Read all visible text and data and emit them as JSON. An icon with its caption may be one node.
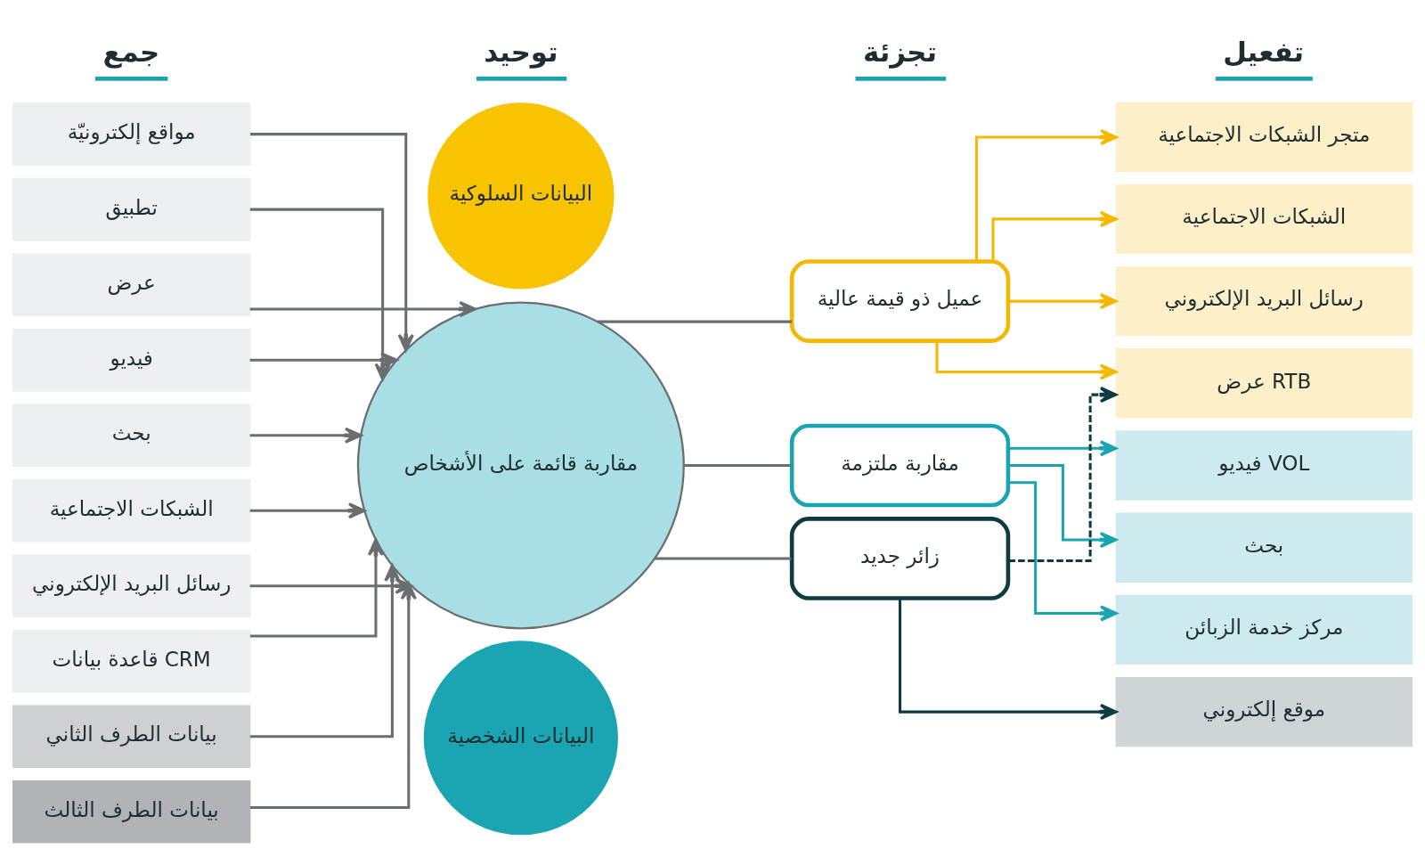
{
  "diagram": {
    "nodes": [
      {
        "text": [
          "مواقع إلكترونيّة"
        ]
      },
      {
        "text": [
          "تطبيق"
        ]
      },
      {
        "text": [
          "عرض"
        ]
      },
      {
        "text": [
          "فيديو"
        ]
      },
      {
        "text": [
          "بحث"
        ]
      },
      {
        "text": [
          "الشبكات الاجتماعية"
        ]
      },
      {
        "text": [
          "رسائل البريد الإلكتروني"
        ]
      },
      {
        "text": [
          "قاعدة بيانات CRM"
        ]
      },
      {
        "text": [
          "بيانات الطرف الثاني"
        ]
      },
      {
        "text": [
          "بيانات الطرف الثالث"
        ]
      },
      {
        "text": [
          "مقاربة قائمة على الأشخاص"
        ]
      },
      {
        "text": [
          "البيانات السلوكية"
        ]
      },
      {
        "text": [
          "البيانات الشخصية"
        ]
      },
      {
        "text": [
          "عميل ذو قيمة عالية"
        ]
      },
      {
        "text": [
          "مقاربة ملتزمة"
        ]
      },
      {
        "text": [
          "زائر جديد"
        ]
      },
      {
        "text": [
          "متجر الشبكات الاجتماعية"
        ]
      },
      {
        "text": [
          "الشبكات الاجتماعية"
        ]
      },
      {
        "text": [
          "رسائل البريد الإلكتروني"
        ]
      },
      {
        "text": [
          "عرض RTB"
        ]
      },
      {
        "text": [
          "فيديو VOL"
        ]
      },
      {
        "text": [
          "بحث"
        ]
      },
      {
        "text": [
          "مركز خدمة الزبائن"
        ]
      },
      {
        "text": [
          "موقع إلكتروني"
        ]
      }
    ],
    "edges": [
      {
        "from": 0,
        "to": 10,
        "arrow": "to"
      },
      {
        "from": 1,
        "to": 10,
        "arrow": "to"
      },
      {
        "from": 2,
        "to": 10,
        "arrow": "to"
      },
      {
        "from": 3,
        "to": 10,
        "arrow": "to"
      },
      {
        "from": 4,
        "to": 10,
        "arrow": "to"
      },
      {
        "from": 5,
        "to": 10,
        "arrow": "to"
      },
      {
        "from": 6,
        "to": 10,
        "arrow": "to"
      },
      {
        "from": 7,
        "to": 10,
        "arrow": "to"
      },
      {
        "from": 8,
        "to": 10,
        "arrow": "to"
      },
      {
        "from": 9,
        "to": 10,
        "arrow": "to"
      },
      {
        "from": 10,
        "to": 13,
        "arrow": "none"
      },
      {
        "from": 10,
        "to": 14,
        "arrow": "none"
      },
      {
        "from": 10,
        "to": 15,
        "arrow": "none"
      },
      {
        "from": 13,
        "to": 16,
        "arrow": "to",
        "color": "#f5b800"
      },
      {
        "from": 13,
        "to": 17,
        "arrow": "to",
        "color": "#f5b800"
      },
      {
        "from": 13,
        "to": 18,
        "arrow": "to",
        "color": "#f5b800"
      },
      {
        "from": 13,
        "to": 19,
        "arrow": "to",
        "color": "#f5b800"
      },
      {
        "from": 14,
        "to": 20,
        "arrow": "to",
        "color": "#1aa3b0"
      },
      {
        "from": 14,
        "to": 21,
        "arrow": "to",
        "color": "#1aa3b0"
      },
      {
        "from": 14,
        "to": 22,
        "arrow": "to",
        "color": "#1aa3b0"
      },
      {
        "from": 15,
        "to": 19,
        "arrow": "to",
        "style": "dashed",
        "color": "#0d3b3f"
      },
      {
        "from": 15,
        "to": 23,
        "arrow": "to",
        "color": "#0d3b3f"
      }
    ],
    "labels": [
      "جمع",
      "توحيد",
      "تجزئة",
      "تفعيل"
    ]
  }
}
